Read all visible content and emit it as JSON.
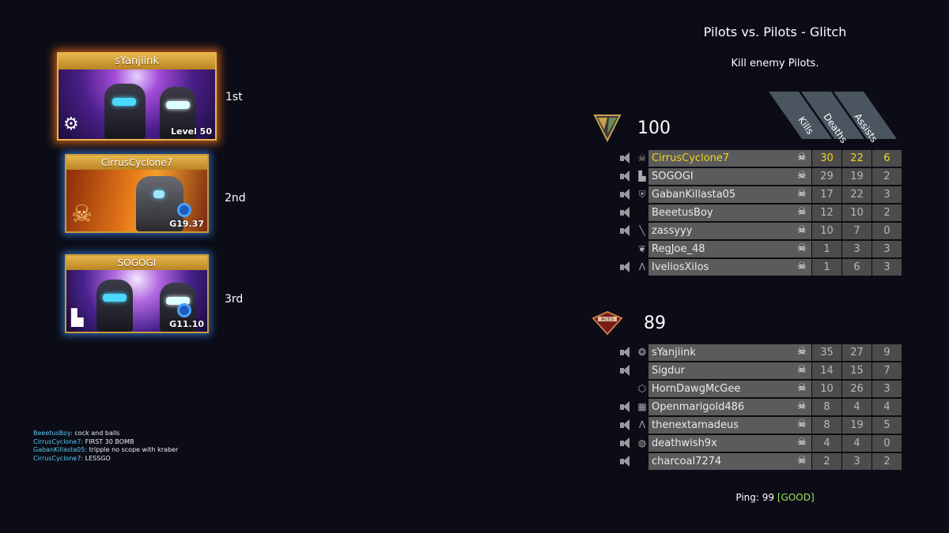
{
  "header": {
    "mode_title": "Pilots vs. Pilots - Glitch",
    "objective": "Kill enemy Pilots."
  },
  "columns": {
    "kills": "Kills",
    "deaths": "Deaths",
    "assists": "Assists"
  },
  "podium": [
    {
      "name": "sYanjiink",
      "place": "1st",
      "level": "Level 50",
      "badge_icon": "triskelion-icon"
    },
    {
      "name": "CirrusCyclone7",
      "place": "2nd",
      "level": "G19.37",
      "badge_icon": "skull-emblem-icon"
    },
    {
      "name": "SOGOGI",
      "place": "3rd",
      "level": "G11.10",
      "badge_icon": "boot-icon"
    }
  ],
  "team1": {
    "score": "100",
    "logo_icon": "militia-logo-icon",
    "players": [
      {
        "name": "CirrusCyclone7",
        "kills": "30",
        "deaths": "22",
        "assists": "6",
        "highlight": true,
        "mic": true,
        "icon": "skull-emblem-icon"
      },
      {
        "name": "SOGOGI",
        "kills": "29",
        "deaths": "19",
        "assists": "2",
        "mic": true,
        "icon": "boot-icon"
      },
      {
        "name": "GabanKillasta05",
        "kills": "17",
        "deaths": "22",
        "assists": "3",
        "mic": true,
        "icon": "shield-icon"
      },
      {
        "name": "BeeetusBoy",
        "kills": "12",
        "deaths": "10",
        "assists": "2",
        "mic": true,
        "icon": ""
      },
      {
        "name": "zassyyy",
        "kills": "10",
        "deaths": "7",
        "assists": "0",
        "mic": true,
        "icon": "knife-icon"
      },
      {
        "name": "RegJoe_48",
        "kills": "1",
        "deaths": "3",
        "assists": "3",
        "mic": false,
        "icon": "wings-icon"
      },
      {
        "name": "IveliosXilos",
        "kills": "1",
        "deaths": "6",
        "assists": "3",
        "mic": true,
        "icon": "apex-icon"
      }
    ]
  },
  "team2": {
    "score": "89",
    "logo_icon": "imc-aces-logo-icon",
    "logo_text": "ACES",
    "players": [
      {
        "name": "sYanjiink",
        "kills": "35",
        "deaths": "27",
        "assists": "9",
        "mic": true,
        "icon": "triskelion-icon"
      },
      {
        "name": "Sigdur",
        "kills": "14",
        "deaths": "15",
        "assists": "7",
        "mic": true,
        "icon": ""
      },
      {
        "name": "HornDawgMcGee",
        "kills": "10",
        "deaths": "26",
        "assists": "3",
        "mic": false,
        "icon": "hex-cluster-icon"
      },
      {
        "name": "Openmarigold486",
        "kills": "8",
        "deaths": "4",
        "assists": "4",
        "mic": true,
        "icon": "dev-badge-icon"
      },
      {
        "name": "thenextamadeus",
        "kills": "8",
        "deaths": "19",
        "assists": "5",
        "mic": true,
        "icon": "apex-icon"
      },
      {
        "name": "deathwish9x",
        "kills": "4",
        "deaths": "4",
        "assists": "0",
        "mic": true,
        "icon": "globe-icon"
      },
      {
        "name": "charcoal7274",
        "kills": "2",
        "deaths": "3",
        "assists": "2",
        "mic": true,
        "icon": ""
      }
    ]
  },
  "chat": [
    {
      "who": "BeeetusBoy:",
      "msg": "cock and balls"
    },
    {
      "who": "CirrusCyclone7:",
      "msg": "FIRST 30 BOMB"
    },
    {
      "who": "GabanKillasta05:",
      "msg": "tripple no scope with kraber"
    },
    {
      "who": "CirrusCyclone7:",
      "msg": "LESSGO"
    }
  ],
  "ping": {
    "label": "Ping:",
    "value": "99",
    "quality": "[GOOD]"
  },
  "colors": {
    "highlight": "#f3d21e",
    "chat_name": "#5ec7f0",
    "ping_good": "#9ee65a",
    "gold_glow": "#e66e1e",
    "blue_glow": "#3c82e6"
  }
}
